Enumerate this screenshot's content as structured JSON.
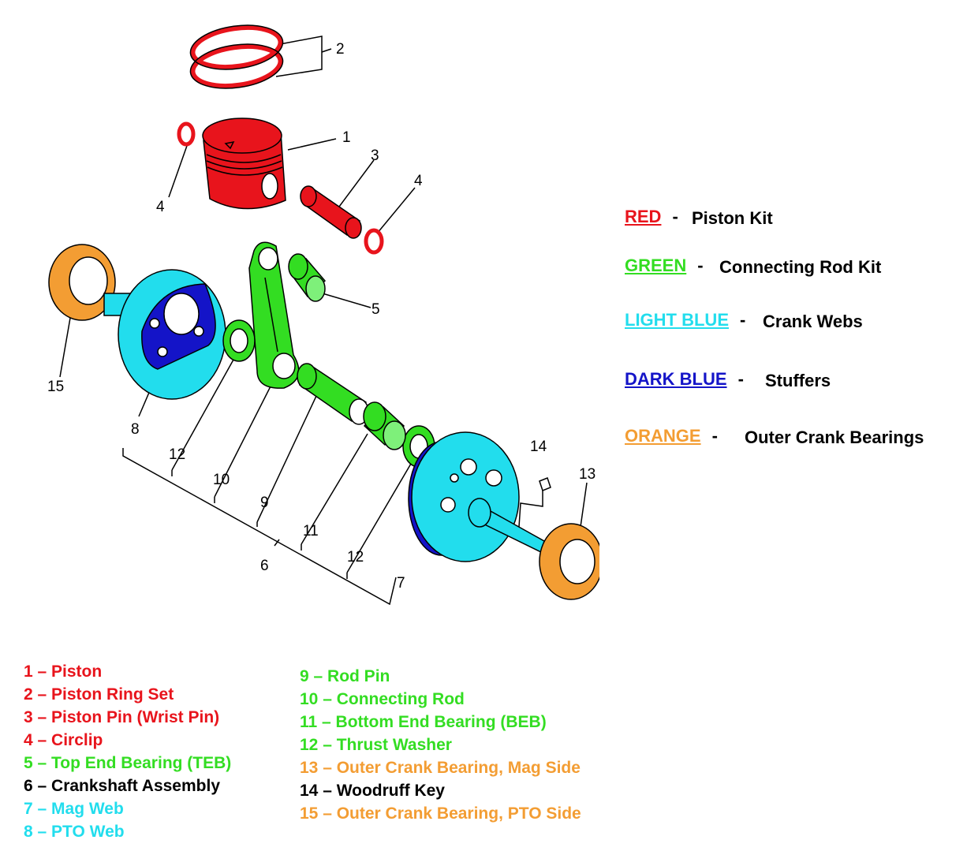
{
  "colors": {
    "red": "#e8141c",
    "green": "#33dd22",
    "light_blue": "#22dded",
    "dark_blue": "#1414c8",
    "orange": "#f39d33",
    "black": "#000000"
  },
  "callouts": [
    "1",
    "2",
    "3",
    "4",
    "4",
    "5",
    "6",
    "7",
    "8",
    "9",
    "10",
    "11",
    "12",
    "12",
    "13",
    "14",
    "15"
  ],
  "color_legend": [
    {
      "key": "RED",
      "desc": "Piston Kit",
      "color": "#e8141c"
    },
    {
      "key": "GREEN",
      "desc": "Connecting Rod Kit",
      "color": "#33dd22"
    },
    {
      "key": "LIGHT BLUE",
      "desc": "Crank Webs",
      "color": "#22dded"
    },
    {
      "key": "DARK BLUE",
      "desc": "Stuffers",
      "color": "#1414c8"
    },
    {
      "key": "ORANGE",
      "desc": "Outer Crank Bearings",
      "color": "#f39d33"
    }
  ],
  "legend_dash": "-",
  "parts_left": [
    {
      "text": "1 – Piston",
      "color": "#e8141c"
    },
    {
      "text": "2 – Piston Ring Set",
      "color": "#e8141c"
    },
    {
      "text": "3 – Piston Pin (Wrist Pin)",
      "color": "#e8141c"
    },
    {
      "text": "4 – Circlip",
      "color": "#e8141c"
    },
    {
      "text": "5 – Top End Bearing (TEB)",
      "color": "#33dd22"
    },
    {
      "text": "6 – Crankshaft Assembly",
      "color": "#000000"
    },
    {
      "text": "7 – Mag Web",
      "color": "#22dded"
    },
    {
      "text": "8 – PTO Web",
      "color": "#22dded"
    }
  ],
  "parts_right": [
    {
      "text": "9 – Rod Pin",
      "color": "#33dd22"
    },
    {
      "text": "10 – Connecting Rod",
      "color": "#33dd22"
    },
    {
      "text": "11 – Bottom End Bearing (BEB)",
      "color": "#33dd22"
    },
    {
      "text": "12 – Thrust Washer",
      "color": "#33dd22"
    },
    {
      "text": "13 – Outer Crank Bearing, Mag Side",
      "color": "#f39d33"
    },
    {
      "text": "14 – Woodruff Key",
      "color": "#000000"
    },
    {
      "text": "15 – Outer Crank Bearing, PTO Side",
      "color": "#f39d33"
    }
  ]
}
